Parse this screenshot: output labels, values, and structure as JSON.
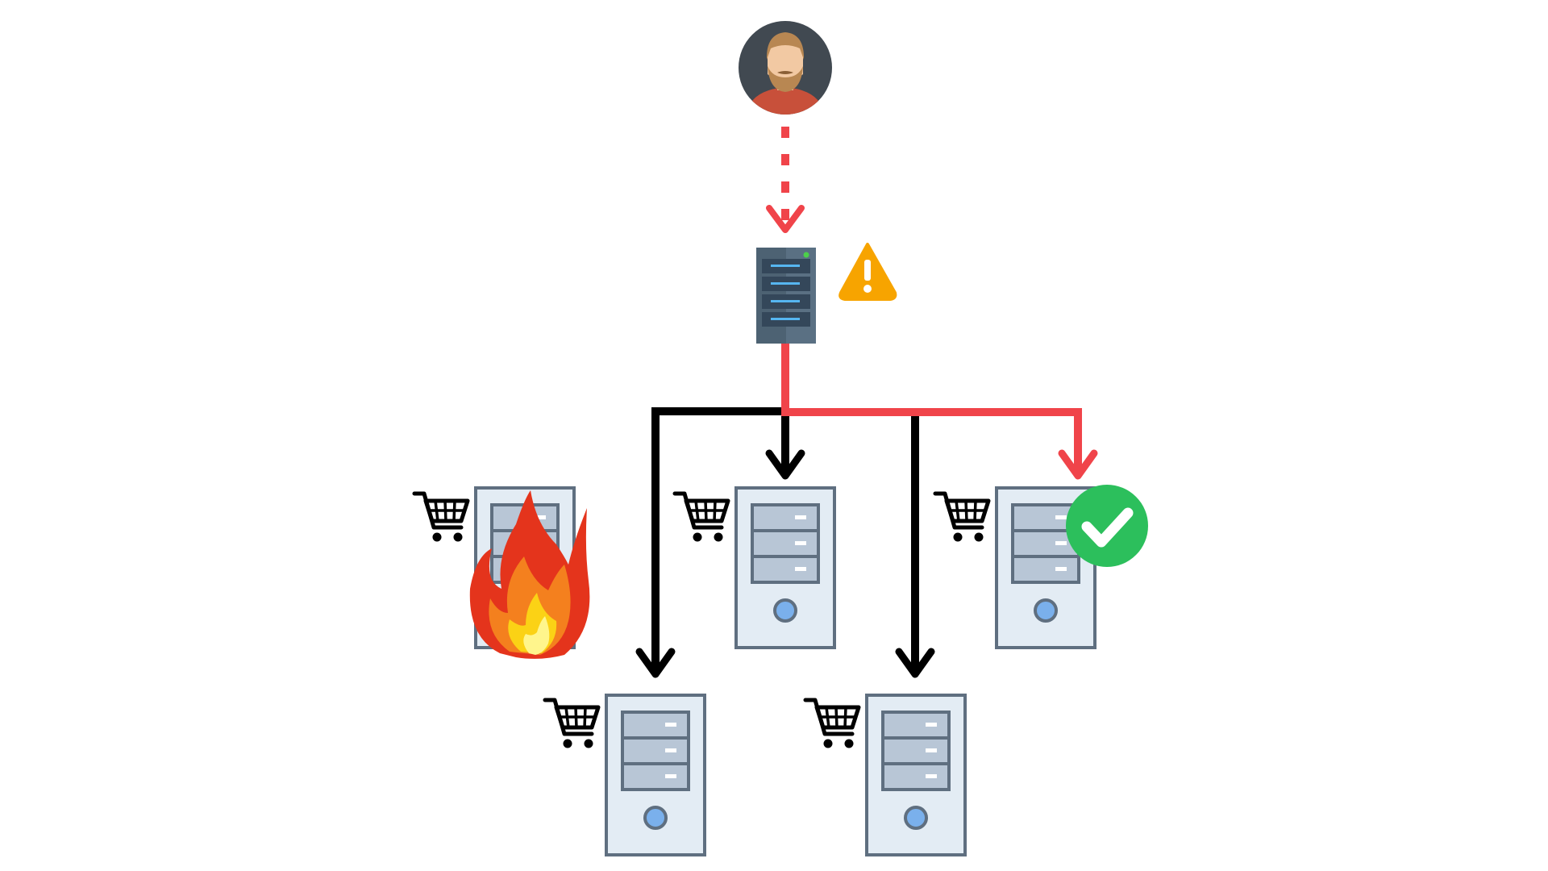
{
  "diagram": {
    "nodes": [
      {
        "id": "user",
        "type": "user-avatar"
      },
      {
        "id": "load-balancer",
        "type": "rack-server",
        "badge": "warning-icon"
      },
      {
        "id": "shop-server-1",
        "type": "tower-server",
        "tag": "cart-icon",
        "status": "on-fire"
      },
      {
        "id": "shop-server-2",
        "type": "tower-server",
        "tag": "cart-icon",
        "status": "normal"
      },
      {
        "id": "shop-server-3",
        "type": "tower-server",
        "tag": "cart-icon",
        "status": "selected",
        "badge": "check-icon"
      },
      {
        "id": "shop-server-4",
        "type": "tower-server",
        "tag": "cart-icon",
        "status": "normal"
      },
      {
        "id": "shop-server-5",
        "type": "tower-server",
        "tag": "cart-icon",
        "status": "normal"
      }
    ],
    "edges": [
      {
        "from": "user",
        "to": "load-balancer",
        "style": "dashed",
        "color": "#f0444a"
      },
      {
        "from": "load-balancer",
        "to": "shop-server-3",
        "style": "solid",
        "color": "#f0444a"
      },
      {
        "from": "load-balancer",
        "to": "shop-server-2",
        "style": "solid",
        "color": "#000000"
      },
      {
        "from": "load-balancer",
        "to": "shop-server-4",
        "style": "solid",
        "color": "#000000"
      },
      {
        "from": "load-balancer",
        "to": "shop-server-5",
        "style": "solid",
        "color": "#000000"
      }
    ]
  },
  "colors": {
    "active_route": "#f0444a",
    "inactive_route": "#000000",
    "warning": "#f7a400",
    "success": "#2cbf5c",
    "server_body": "#e3ecf4",
    "server_outline": "#5f6f80",
    "server_button": "#7ab0ec",
    "rack_body": "#4d6273",
    "rack_led": "#56b6f0"
  }
}
